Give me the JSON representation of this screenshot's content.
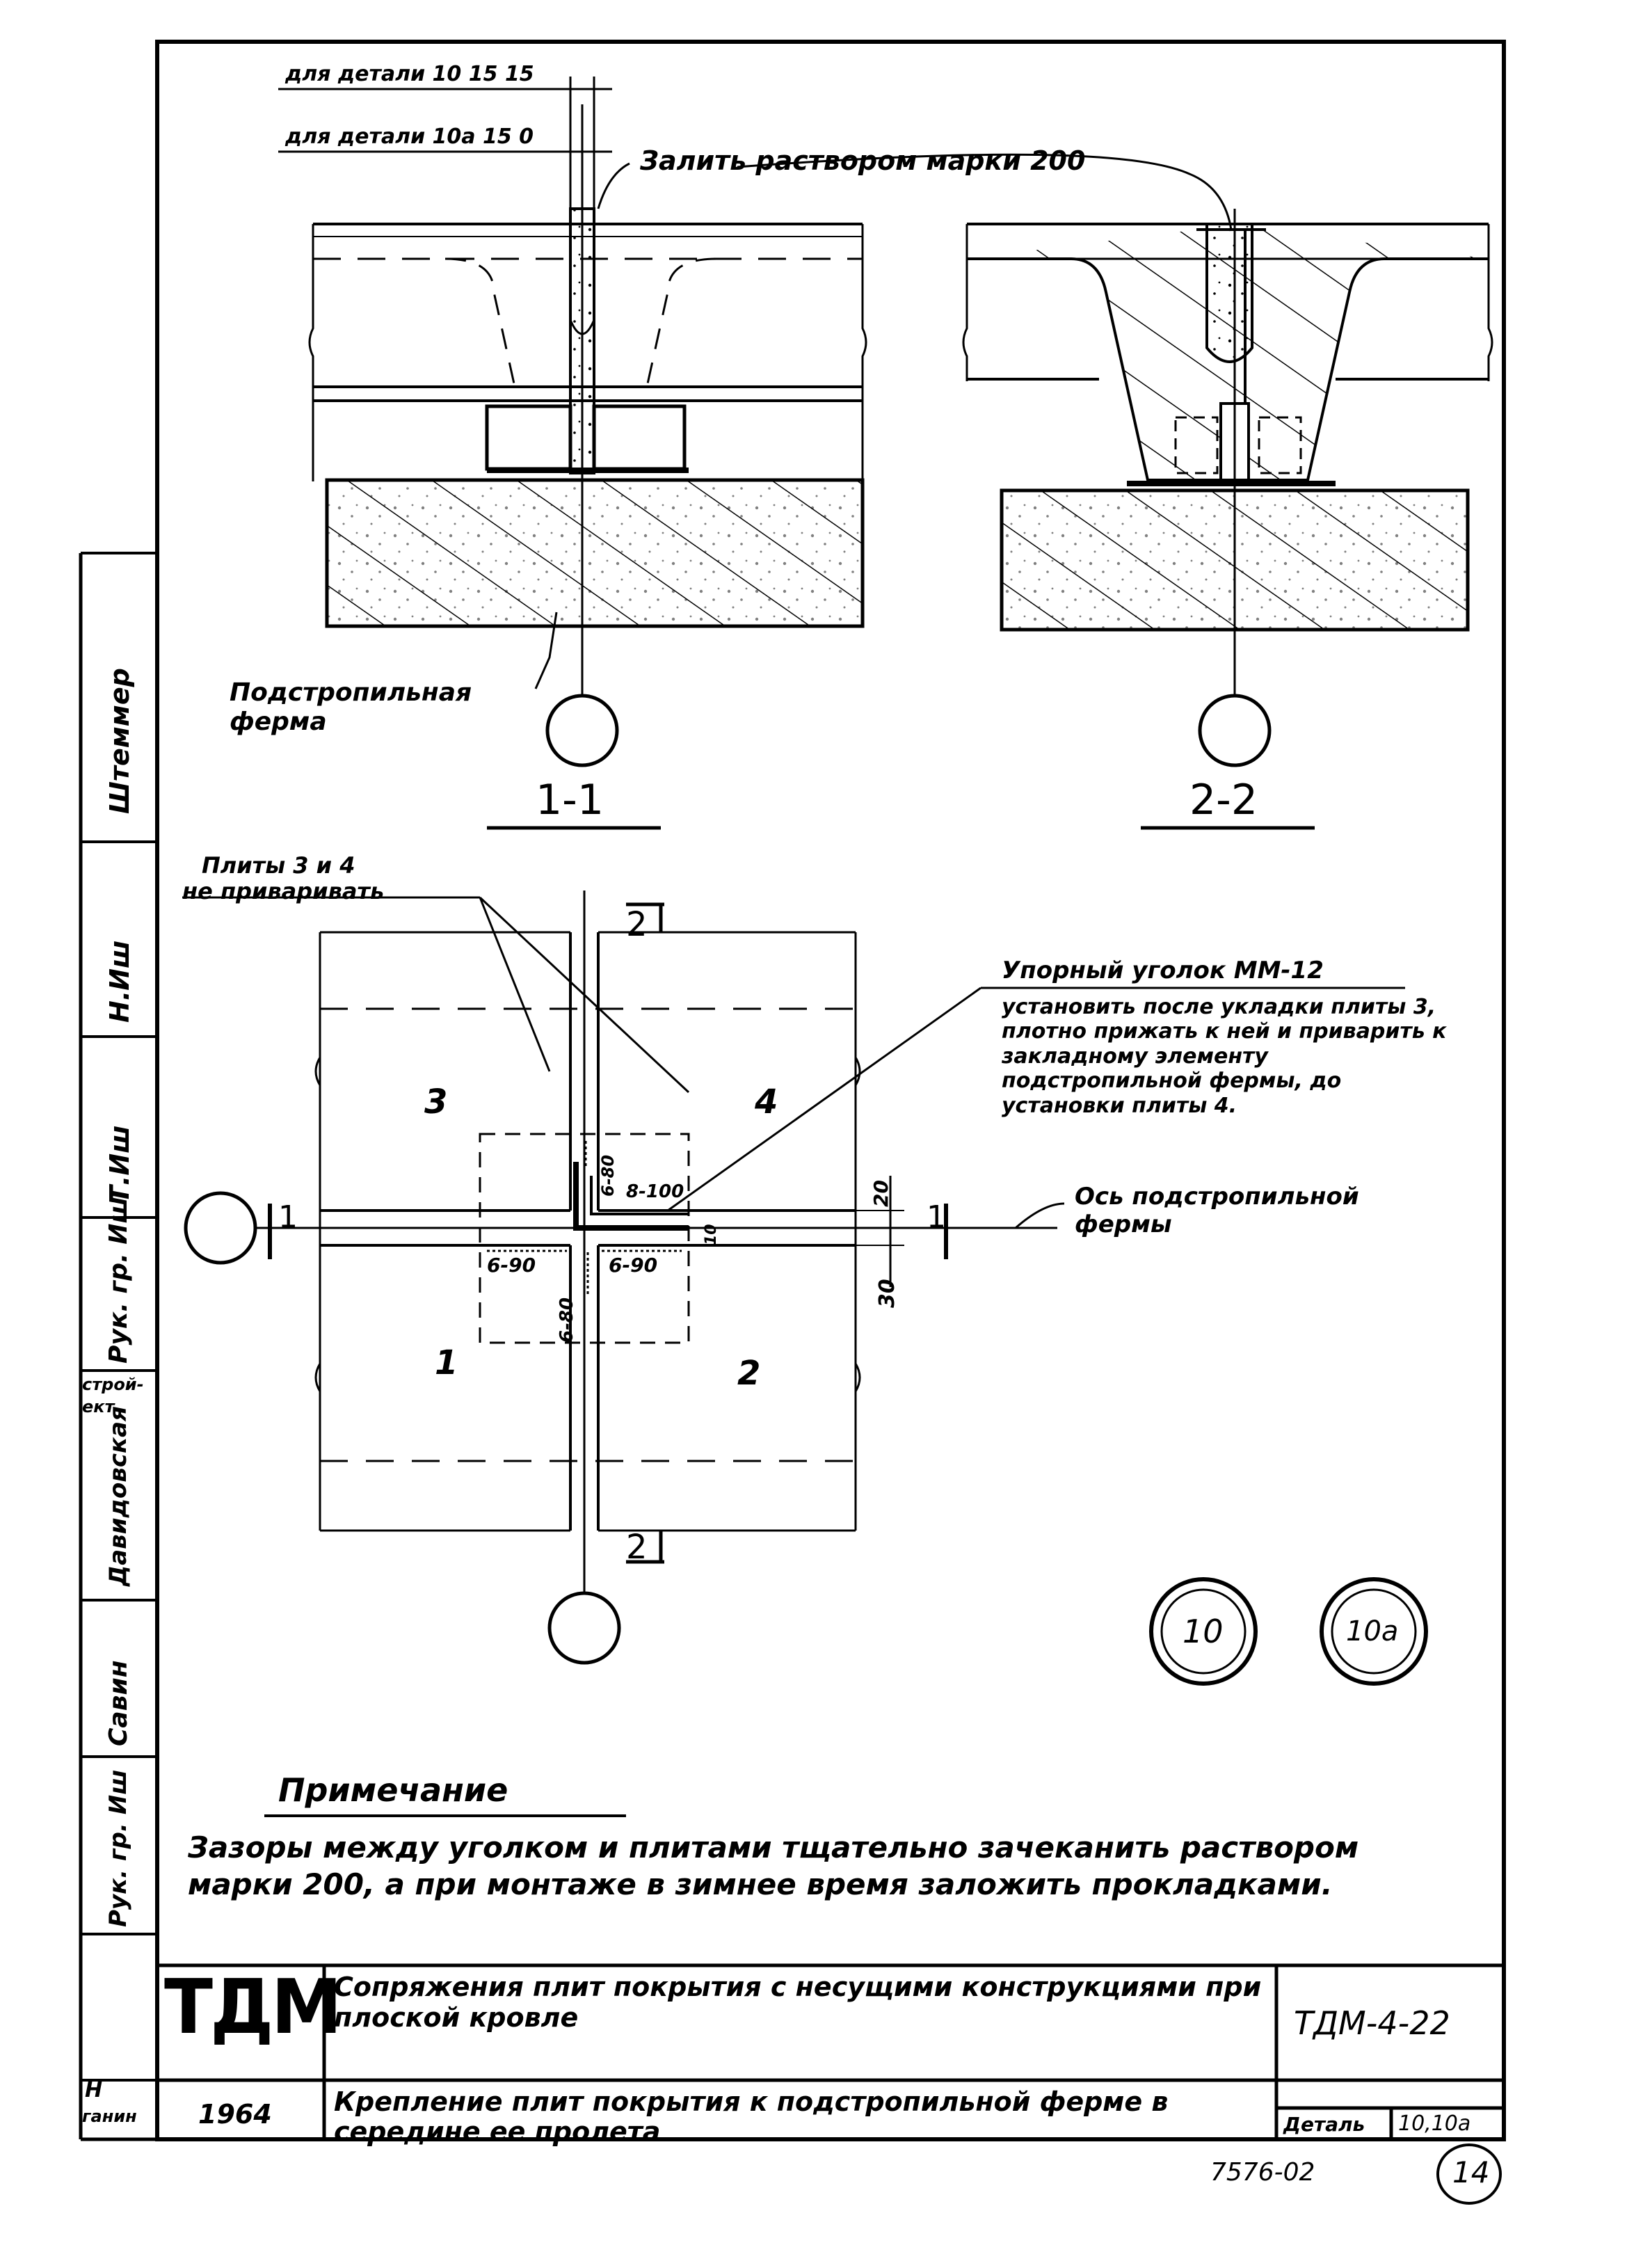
{
  "section_labels": {
    "s1": "1-1",
    "s2": "2-2",
    "cut2": "2",
    "cut1": "1"
  },
  "annotations": {
    "detail10_line": "для детали 10  15 15",
    "detail10a_line": "для детали 10а  15  0",
    "grout": "Залить раствором марки 200",
    "truss": "Подстропильная ферма",
    "no_weld_1": "Плиты 3 и 4",
    "no_weld_2": "не приваривать",
    "angle_title": "Упорный уголок ММ-12",
    "angle_text": "установить после укладки плиты 3, плотно прижать к ней и приварить к закладному элементу подстропильной фермы, до установки плиты 4.",
    "axis": "Ось подстропильной фермы"
  },
  "plan": {
    "plates": [
      "3",
      "4",
      "1",
      "2"
    ],
    "welds": [
      "6-80",
      "8-100",
      "6-90",
      "6-90",
      "6-80"
    ],
    "dims": [
      "20",
      "10",
      "30"
    ]
  },
  "detail_marks": [
    "10",
    "10а"
  ],
  "note": {
    "title": "Примечание",
    "text": "Зазоры между уголком и плитами тщательно зачеканить раствором марки 200, а при монтаже в зимнее время заложить прокладками."
  },
  "title_block": {
    "logo": "ТДМ",
    "year": "1964",
    "title1": "Сопряжения плит покрытия с несущими конструкциями при плоской кровле",
    "title2": "Крепление плит покрытия к подстропильной ферме в середине ее пролета",
    "code": "ТДМ-4-22",
    "detail_label": "Деталь",
    "detail_value": "10,10а",
    "order_no": "7576-02",
    "sheet_no": "14"
  },
  "side_stamp": {
    "names": [
      "Штеммер",
      "Н.Иш",
      "Т.Иш",
      "Рук. гр. Иш",
      "строй-",
      "ект",
      "Давидовская",
      "Савин",
      "Рук. гр. Иш"
    ],
    "bottom": [
      "Н",
      "ганин"
    ]
  }
}
